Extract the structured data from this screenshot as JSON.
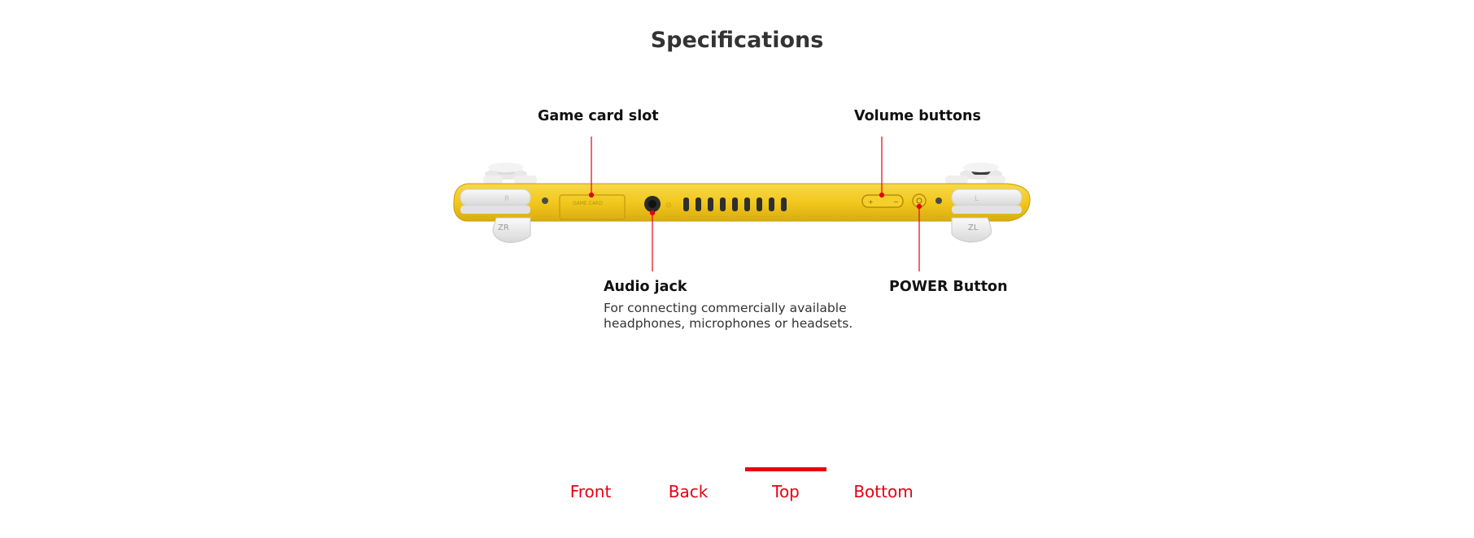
{
  "page": {
    "title": "Specifications"
  },
  "diagram": {
    "callouts": {
      "game_card_slot": "Game card slot",
      "volume_buttons": "Volume buttons",
      "audio_jack": "Audio jack",
      "audio_jack_desc_line1": "For connecting commercially available",
      "audio_jack_desc_line2": "headphones, microphones or headsets.",
      "power_button": "POWER Button"
    },
    "colors": {
      "console_body": "#f2c81d",
      "accent_red": "#e60012",
      "button_white": "#f2f2f2"
    }
  },
  "tabs": {
    "items": [
      {
        "label": "Front"
      },
      {
        "label": "Back"
      },
      {
        "label": "Top"
      },
      {
        "label": "Bottom"
      }
    ],
    "active": "Top"
  }
}
